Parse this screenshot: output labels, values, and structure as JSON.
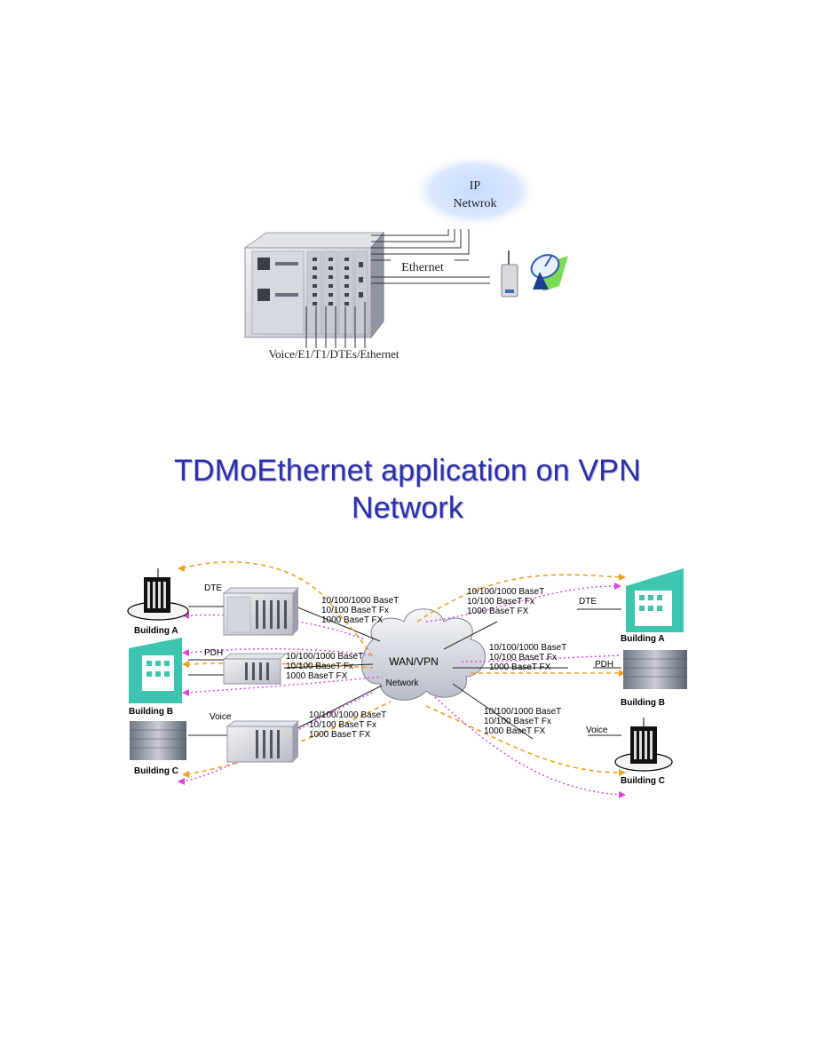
{
  "top_diagram": {
    "cloud_label_line1": "IP",
    "cloud_label_line2": "Netwrok",
    "ethernet_label": "Ethernet",
    "bottom_label": "Voice/E1/T1/DTEs/Ethernet"
  },
  "title": {
    "line1": "TDMoEthernet application on VPN",
    "line2": "Network"
  },
  "vpn_diagram": {
    "cloud_line1": "WAN/VPN",
    "cloud_line2": "Network",
    "left_sites": [
      {
        "name": "Building A",
        "service": "DTE"
      },
      {
        "name": "Building B",
        "service": "PDH"
      },
      {
        "name": "Building C",
        "service": "Voice"
      }
    ],
    "right_sites": [
      {
        "name": "Building A",
        "service": "DTE"
      },
      {
        "name": "Building B",
        "service": "PDH"
      },
      {
        "name": "Building C",
        "service": "Voice"
      }
    ],
    "link_labels": {
      "line1": "10/100/1000 BaseT",
      "line2": "10/100 BaseT Fx",
      "line3": "1000 BaseT FX"
    },
    "colors": {
      "orange_dashed": "#f0a020",
      "magenta_dotted": "#e040e0"
    }
  }
}
